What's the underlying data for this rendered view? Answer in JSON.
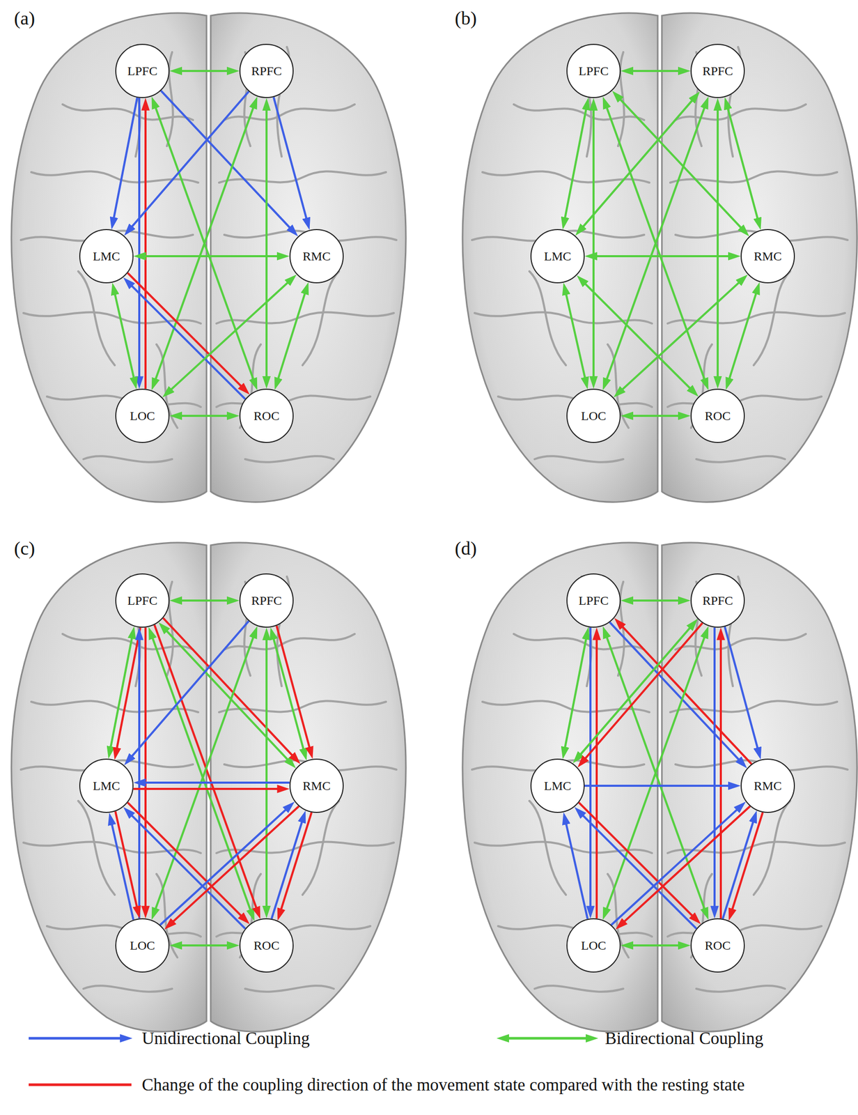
{
  "diagram": {
    "nodes": [
      {
        "text": [
          "LPFC"
        ]
      },
      {
        "text": [
          "RPFC"
        ]
      },
      {
        "text": [
          "LMC"
        ]
      },
      {
        "text": [
          "RMC"
        ]
      },
      {
        "text": [
          "LOC"
        ]
      },
      {
        "text": [
          "ROC"
        ]
      },
      {
        "text": [
          "LPFC"
        ]
      },
      {
        "text": [
          "RPFC"
        ]
      },
      {
        "text": [
          "LMC"
        ]
      },
      {
        "text": [
          "RMC"
        ]
      },
      {
        "text": [
          "LOC"
        ]
      },
      {
        "text": [
          "ROC"
        ]
      },
      {
        "text": [
          "LPFC"
        ]
      },
      {
        "text": [
          "RPFC"
        ]
      },
      {
        "text": [
          "LMC"
        ]
      },
      {
        "text": [
          "RMC"
        ]
      },
      {
        "text": [
          "LOC"
        ]
      },
      {
        "text": [
          "ROC"
        ]
      },
      {
        "text": [
          "LPFC"
        ]
      },
      {
        "text": [
          "RPFC"
        ]
      },
      {
        "text": [
          "LMC"
        ]
      },
      {
        "text": [
          "RMC"
        ]
      },
      {
        "text": [
          "LOC"
        ]
      },
      {
        "text": [
          "ROC"
        ]
      }
    ],
    "edges": [
      {
        "from": 0,
        "to": 1,
        "arrow": "both"
      },
      {
        "from": 0,
        "to": 2,
        "arrow": "to"
      },
      {
        "from": 0,
        "to": 4,
        "arrow": "to"
      },
      {
        "from": 4,
        "to": 0,
        "arrow": "to"
      },
      {
        "from": 0,
        "to": 3,
        "arrow": "to"
      },
      {
        "from": 0,
        "to": 5,
        "arrow": "both"
      },
      {
        "from": 1,
        "to": 2,
        "arrow": "to"
      },
      {
        "from": 1,
        "to": 3,
        "arrow": "to"
      },
      {
        "from": 1,
        "to": 4,
        "arrow": "both"
      },
      {
        "from": 1,
        "to": 5,
        "arrow": "both"
      },
      {
        "from": 2,
        "to": 3,
        "arrow": "both"
      },
      {
        "from": 2,
        "to": 4,
        "arrow": "both"
      },
      {
        "from": 5,
        "to": 2,
        "arrow": "to"
      },
      {
        "from": 2,
        "to": 5,
        "arrow": "to"
      },
      {
        "from": 3,
        "to": 4,
        "arrow": "both"
      },
      {
        "from": 3,
        "to": 5,
        "arrow": "both"
      },
      {
        "from": 4,
        "to": 5,
        "arrow": "both"
      },
      {
        "from": 6,
        "to": 7,
        "arrow": "both"
      },
      {
        "from": 6,
        "to": 8,
        "arrow": "both"
      },
      {
        "from": 6,
        "to": 9,
        "arrow": "both"
      },
      {
        "from": 6,
        "to": 10,
        "arrow": "both"
      },
      {
        "from": 6,
        "to": 11,
        "arrow": "both"
      },
      {
        "from": 7,
        "to": 8,
        "arrow": "both"
      },
      {
        "from": 7,
        "to": 9,
        "arrow": "both"
      },
      {
        "from": 7,
        "to": 10,
        "arrow": "both"
      },
      {
        "from": 7,
        "to": 11,
        "arrow": "both"
      },
      {
        "from": 8,
        "to": 9,
        "arrow": "both"
      },
      {
        "from": 8,
        "to": 10,
        "arrow": "both"
      },
      {
        "from": 8,
        "to": 11,
        "arrow": "both"
      },
      {
        "from": 9,
        "to": 10,
        "arrow": "both"
      },
      {
        "from": 9,
        "to": 11,
        "arrow": "both"
      },
      {
        "from": 10,
        "to": 11,
        "arrow": "both"
      },
      {
        "from": 12,
        "to": 13,
        "arrow": "both"
      },
      {
        "from": 12,
        "to": 14,
        "arrow": "both"
      },
      {
        "from": 12,
        "to": 14,
        "arrow": "to"
      },
      {
        "from": 16,
        "to": 12,
        "arrow": "to"
      },
      {
        "from": 12,
        "to": 16,
        "arrow": "to"
      },
      {
        "from": 12,
        "to": 15,
        "arrow": "both"
      },
      {
        "from": 12,
        "to": 15,
        "arrow": "to"
      },
      {
        "from": 12,
        "to": 17,
        "arrow": "both"
      },
      {
        "from": 12,
        "to": 17,
        "arrow": "to"
      },
      {
        "from": 13,
        "to": 14,
        "arrow": "to"
      },
      {
        "from": 13,
        "to": 15,
        "arrow": "both"
      },
      {
        "from": 13,
        "to": 15,
        "arrow": "to"
      },
      {
        "from": 13,
        "to": 16,
        "arrow": "both"
      },
      {
        "from": 13,
        "to": 17,
        "arrow": "both"
      },
      {
        "from": 14,
        "to": 15,
        "arrow": "to"
      },
      {
        "from": 15,
        "to": 14,
        "arrow": "to"
      },
      {
        "from": 16,
        "to": 14,
        "arrow": "to"
      },
      {
        "from": 14,
        "to": 16,
        "arrow": "to"
      },
      {
        "from": 17,
        "to": 14,
        "arrow": "to"
      },
      {
        "from": 14,
        "to": 17,
        "arrow": "to"
      },
      {
        "from": 16,
        "to": 15,
        "arrow": "to"
      },
      {
        "from": 15,
        "to": 16,
        "arrow": "to"
      },
      {
        "from": 17,
        "to": 15,
        "arrow": "to"
      },
      {
        "from": 15,
        "to": 17,
        "arrow": "to"
      },
      {
        "from": 16,
        "to": 17,
        "arrow": "both"
      },
      {
        "from": 18,
        "to": 19,
        "arrow": "both"
      },
      {
        "from": 18,
        "to": 20,
        "arrow": "both"
      },
      {
        "from": 18,
        "to": 22,
        "arrow": "to"
      },
      {
        "from": 22,
        "to": 18,
        "arrow": "to"
      },
      {
        "from": 18,
        "to": 21,
        "arrow": "to"
      },
      {
        "from": 21,
        "to": 18,
        "arrow": "to"
      },
      {
        "from": 18,
        "to": 23,
        "arrow": "both"
      },
      {
        "from": 19,
        "to": 20,
        "arrow": "both"
      },
      {
        "from": 19,
        "to": 20,
        "arrow": "to"
      },
      {
        "from": 19,
        "to": 22,
        "arrow": "both"
      },
      {
        "from": 19,
        "to": 21,
        "arrow": "to"
      },
      {
        "from": 19,
        "to": 23,
        "arrow": "to"
      },
      {
        "from": 23,
        "to": 19,
        "arrow": "to"
      },
      {
        "from": 20,
        "to": 21,
        "arrow": "to"
      },
      {
        "from": 22,
        "to": 20,
        "arrow": "to"
      },
      {
        "from": 23,
        "to": 20,
        "arrow": "to"
      },
      {
        "from": 20,
        "to": 23,
        "arrow": "to"
      },
      {
        "from": 22,
        "to": 21,
        "arrow": "to"
      },
      {
        "from": 21,
        "to": 22,
        "arrow": "to"
      },
      {
        "from": 23,
        "to": 21,
        "arrow": "to"
      },
      {
        "from": 21,
        "to": 23,
        "arrow": "to"
      },
      {
        "from": 22,
        "to": 23,
        "arrow": "both"
      }
    ],
    "labels": [
      "(a)",
      "(b)",
      "(c)",
      "(d)"
    ],
    "legend": [
      {
        "text": "Unidirectional Coupling"
      },
      {
        "text": "Bidirectional Coupling"
      },
      {
        "text": "Change of the coupling direction of the movement state compared with the resting state"
      }
    ]
  }
}
